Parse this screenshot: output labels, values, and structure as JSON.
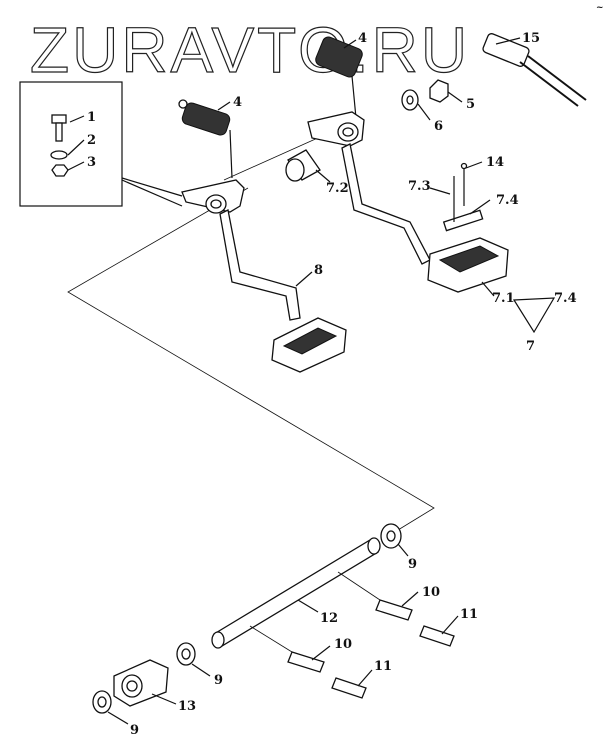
{
  "watermark": "ZURAVTO.RU",
  "corner_mark": "~",
  "callouts": {
    "c1": "1",
    "c2": "2",
    "c3": "3",
    "c4a": "4",
    "c4b": "4",
    "c5": "5",
    "c6": "6",
    "c7": "7",
    "c71": "7.1",
    "c72": "7.2",
    "c73": "7.3",
    "c74a": "7.4",
    "c74b": "7.4",
    "c8": "8",
    "c9a": "9",
    "c9b": "9",
    "c9c": "9",
    "c10a": "10",
    "c10b": "10",
    "c11a": "11",
    "c11b": "11",
    "c12": "12",
    "c13": "13",
    "c14": "14",
    "c15": "15"
  },
  "colors": {
    "line": "#111111",
    "background": "#ffffff",
    "watermark": "#222222"
  }
}
